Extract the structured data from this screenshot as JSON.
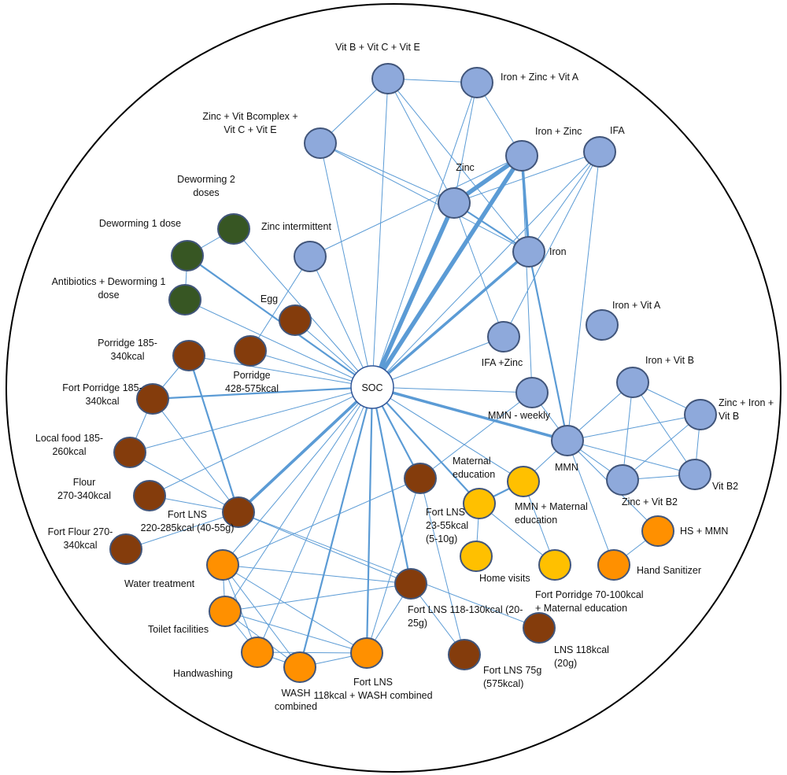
{
  "colors": {
    "vitamin": "#8EA9DB",
    "deworm": "#375623",
    "food": "#843C0C",
    "education": "#FFC000",
    "wash": "#FF9000",
    "soc": "#FFFFFF",
    "edge": "#5B9BD5",
    "stroke": "#2F5597"
  },
  "nodes": [
    {
      "id": "soc",
      "label": [
        "SOC"
      ],
      "group": "soc"
    },
    {
      "id": "vbce",
      "label": [
        "Vit B + Vit C + Vit E"
      ],
      "group": "vitamin"
    },
    {
      "id": "izva",
      "label": [
        "Iron + Zinc + Vit A"
      ],
      "group": "vitamin"
    },
    {
      "id": "zbce",
      "label": [
        "Zinc + Vit Bcomplex +",
        "Vit C + Vit E"
      ],
      "group": "vitamin"
    },
    {
      "id": "iz",
      "label": [
        "Iron + Zinc"
      ],
      "group": "vitamin"
    },
    {
      "id": "ifa",
      "label": [
        "IFA"
      ],
      "group": "vitamin"
    },
    {
      "id": "zinc",
      "label": [
        "Zinc"
      ],
      "group": "vitamin"
    },
    {
      "id": "iron",
      "label": [
        "Iron"
      ],
      "group": "vitamin"
    },
    {
      "id": "zincint",
      "label": [
        "Zinc intermittent"
      ],
      "group": "vitamin"
    },
    {
      "id": "dew2",
      "label": [
        "Deworming 2",
        "doses"
      ],
      "group": "deworm"
    },
    {
      "id": "dew1",
      "label": [
        "Deworming 1 dose"
      ],
      "group": "deworm"
    },
    {
      "id": "abx",
      "label": [
        "Antibiotics + Deworming 1",
        "dose"
      ],
      "group": "deworm"
    },
    {
      "id": "egg",
      "label": [
        "Egg"
      ],
      "group": "food"
    },
    {
      "id": "por185",
      "label": [
        "Porridge 185-",
        "340kcal"
      ],
      "group": "food"
    },
    {
      "id": "por428",
      "label": [
        "Porridge",
        "428-575kcal"
      ],
      "group": "food"
    },
    {
      "id": "fpor",
      "label": [
        "Fort Porridge 185-",
        "340kcal"
      ],
      "group": "food"
    },
    {
      "id": "local",
      "label": [
        "Local food 185-",
        "260kcal"
      ],
      "group": "food"
    },
    {
      "id": "flour",
      "label": [
        "Flour",
        "270-340kcal"
      ],
      "group": "food"
    },
    {
      "id": "fflour",
      "label": [
        "Fort Flour 270-",
        "340kcal"
      ],
      "group": "food"
    },
    {
      "id": "lns220",
      "label": [
        "Fort LNS",
        "220-285kcal (40-55g)"
      ],
      "group": "food"
    },
    {
      "id": "ifazinc",
      "label": [
        "IFA +Zinc"
      ],
      "group": "vitamin"
    },
    {
      "id": "iva",
      "label": [
        "Iron + Vit A"
      ],
      "group": "vitamin"
    },
    {
      "id": "ivb",
      "label": [
        "Iron + Vit B"
      ],
      "group": "vitamin"
    },
    {
      "id": "zivb",
      "label": [
        "Zinc + Iron +",
        "Vit B"
      ],
      "group": "vitamin"
    },
    {
      "id": "mmnw",
      "label": [
        "MMN - weekly"
      ],
      "group": "vitamin"
    },
    {
      "id": "mmn",
      "label": [
        "MMN"
      ],
      "group": "vitamin"
    },
    {
      "id": "zvb2",
      "label": [
        "Zinc + Vit B2"
      ],
      "group": "vitamin"
    },
    {
      "id": "vb2",
      "label": [
        "Vit B2"
      ],
      "group": "vitamin"
    },
    {
      "id": "lns23",
      "label": [
        "Fort LNS",
        "23-55kcal",
        "(5-10g)"
      ],
      "group": "food"
    },
    {
      "id": "mated",
      "label": [
        "Maternal",
        "education"
      ],
      "group": "education"
    },
    {
      "id": "mmnme",
      "label": [
        "MMN + Maternal",
        "education"
      ],
      "group": "education"
    },
    {
      "id": "homev",
      "label": [
        "Home visits"
      ],
      "group": "education"
    },
    {
      "id": "fpme",
      "label": [
        "Fort Porridge 70-100kcal",
        "+ Maternal education"
      ],
      "group": "education"
    },
    {
      "id": "hsmmn",
      "label": [
        "HS + MMN"
      ],
      "group": "wash"
    },
    {
      "id": "hs",
      "label": [
        "Hand Sanitizer"
      ],
      "group": "wash"
    },
    {
      "id": "water",
      "label": [
        "Water treatment"
      ],
      "group": "wash"
    },
    {
      "id": "toilet",
      "label": [
        "Toilet facilities"
      ],
      "group": "wash"
    },
    {
      "id": "hw",
      "label": [
        "Handwashing"
      ],
      "group": "wash"
    },
    {
      "id": "wash",
      "label": [
        "WASH",
        "combined"
      ],
      "group": "wash"
    },
    {
      "id": "lnswash",
      "label": [
        "Fort LNS",
        "118kcal + WASH combined"
      ],
      "group": "wash"
    },
    {
      "id": "lns118",
      "label": [
        "Fort LNS 118-130kcal (20-",
        "25g)"
      ],
      "group": "food"
    },
    {
      "id": "lnsp118",
      "label": [
        "LNS 118kcal",
        "(20g)"
      ],
      "group": "food"
    },
    {
      "id": "lns75",
      "label": [
        "Fort LNS 75g",
        "(575kcal)"
      ],
      "group": "food"
    }
  ],
  "edges": [
    [
      "soc",
      "vbce",
      1
    ],
    [
      "soc",
      "izva",
      1
    ],
    [
      "soc",
      "zbce",
      1
    ],
    [
      "soc",
      "iz",
      4
    ],
    [
      "soc",
      "ifa",
      1
    ],
    [
      "soc",
      "zinc",
      4
    ],
    [
      "soc",
      "iron",
      3
    ],
    [
      "soc",
      "zincint",
      1
    ],
    [
      "soc",
      "dew2",
      1
    ],
    [
      "soc",
      "dew1",
      2
    ],
    [
      "soc",
      "abx",
      1
    ],
    [
      "soc",
      "egg",
      1
    ],
    [
      "soc",
      "por185",
      1
    ],
    [
      "soc",
      "por428",
      1
    ],
    [
      "soc",
      "fpor",
      2
    ],
    [
      "soc",
      "local",
      1
    ],
    [
      "soc",
      "flour",
      1
    ],
    [
      "soc",
      "lns220",
      3
    ],
    [
      "soc",
      "ifazinc",
      1
    ],
    [
      "soc",
      "mmnw",
      1
    ],
    [
      "soc",
      "mmn",
      3
    ],
    [
      "soc",
      "lns23",
      2
    ],
    [
      "soc",
      "mated",
      2
    ],
    [
      "soc",
      "mmnme",
      1
    ],
    [
      "soc",
      "lns118",
      2
    ],
    [
      "soc",
      "water",
      1
    ],
    [
      "soc",
      "toilet",
      1
    ],
    [
      "soc",
      "hw",
      1
    ],
    [
      "soc",
      "wash",
      2
    ],
    [
      "soc",
      "lnswash",
      2
    ],
    [
      "soc",
      "lns220",
      3
    ],
    [
      "vbce",
      "izva",
      1
    ],
    [
      "vbce",
      "zbce",
      1
    ],
    [
      "vbce",
      "zinc",
      1
    ],
    [
      "vbce",
      "iron",
      1
    ],
    [
      "izva",
      "iz",
      1
    ],
    [
      "izva",
      "zinc",
      1
    ],
    [
      "zbce",
      "zinc",
      1
    ],
    [
      "zbce",
      "iron",
      1
    ],
    [
      "iz",
      "zinc",
      4
    ],
    [
      "iz",
      "iron",
      3
    ],
    [
      "zinc",
      "iron",
      2
    ],
    [
      "zinc",
      "ifazinc",
      1
    ],
    [
      "ifa",
      "iron",
      1
    ],
    [
      "ifa",
      "mmn",
      1
    ],
    [
      "ifa",
      "ifazinc",
      1
    ],
    [
      "ifa",
      "zinc",
      1
    ],
    [
      "zincint",
      "iz",
      1
    ],
    [
      "zincint",
      "por428",
      1
    ],
    [
      "iron",
      "mmn",
      2
    ],
    [
      "mmnw",
      "mmn",
      1
    ],
    [
      "iz",
      "mmnw",
      1
    ],
    [
      "mmn",
      "ivb",
      1
    ],
    [
      "mmn",
      "zivb",
      1
    ],
    [
      "mmn",
      "zvb2",
      1
    ],
    [
      "mmn",
      "vb2",
      1
    ],
    [
      "mmn",
      "hsmmn",
      1
    ],
    [
      "mmn",
      "hs",
      1
    ],
    [
      "mmn",
      "mmnme",
      1
    ],
    [
      "ivb",
      "zivb",
      1
    ],
    [
      "ivb",
      "zvb2",
      1
    ],
    [
      "ivb",
      "vb2",
      1
    ],
    [
      "zivb",
      "zvb2",
      1
    ],
    [
      "zivb",
      "vb2",
      1
    ],
    [
      "zvb2",
      "vb2",
      1
    ],
    [
      "hs",
      "hsmmn",
      1
    ],
    [
      "mated",
      "mmnme",
      2
    ],
    [
      "mated",
      "homev",
      1
    ],
    [
      "mated",
      "fpme",
      1
    ],
    [
      "mmnme",
      "fpme",
      1
    ],
    [
      "mmnw",
      "lns23",
      1
    ],
    [
      "dew2",
      "dew1",
      1
    ],
    [
      "dew1",
      "abx",
      1
    ],
    [
      "por185",
      "fpor",
      1
    ],
    [
      "fpor",
      "local",
      1
    ],
    [
      "por185",
      "lns220",
      2
    ],
    [
      "fpor",
      "lns220",
      1
    ],
    [
      "local",
      "lns220",
      1
    ],
    [
      "flour",
      "lns220",
      1
    ],
    [
      "fflour",
      "lns220",
      1
    ],
    [
      "lns220",
      "lns118",
      1
    ],
    [
      "lns220",
      "lnsp118",
      1
    ],
    [
      "lns118",
      "lns75",
      1
    ],
    [
      "lns23",
      "lns75",
      1
    ],
    [
      "lns23",
      "lnswash",
      1
    ],
    [
      "lns23",
      "water",
      1
    ],
    [
      "lns118",
      "toilet",
      1
    ],
    [
      "lns118",
      "lnswash",
      1
    ],
    [
      "lns118",
      "water",
      1
    ],
    [
      "water",
      "toilet",
      1
    ],
    [
      "water",
      "hw",
      1
    ],
    [
      "water",
      "wash",
      1
    ],
    [
      "water",
      "lnswash",
      1
    ],
    [
      "toilet",
      "hw",
      1
    ],
    [
      "toilet",
      "wash",
      1
    ],
    [
      "toilet",
      "lnswash",
      1
    ],
    [
      "hw",
      "wash",
      1
    ],
    [
      "hw",
      "lnswash",
      1
    ],
    [
      "wash",
      "lnswash",
      1
    ]
  ]
}
